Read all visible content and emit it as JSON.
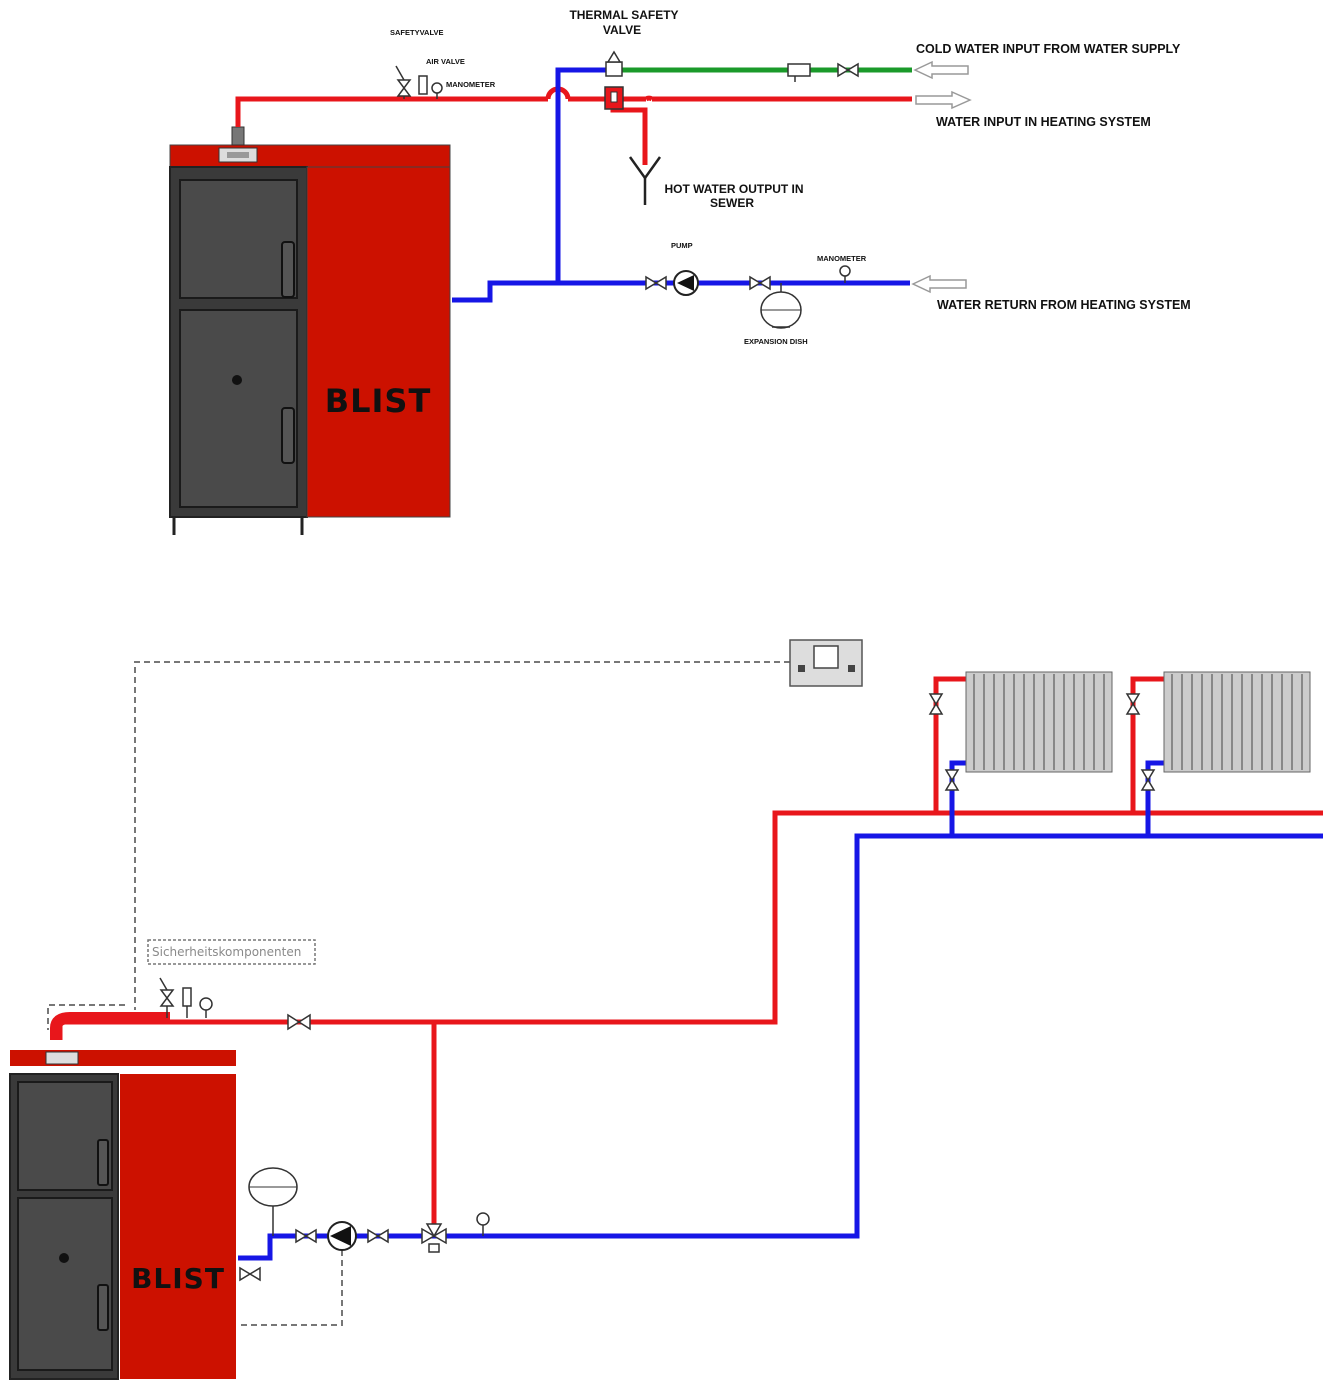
{
  "labels": {
    "thermal_safety_valve_1": "THERMAL SAFETY",
    "thermal_safety_valve_2": "VALVE",
    "safety_valve": "SAFETYVALVE",
    "air_valve": "AIR VALVE",
    "manometer_top": "MANOMETER",
    "cold_water": "COLD WATER INPUT FROM WATER SUPPLY",
    "water_input": "WATER INPUT IN HEATING SYSTEM",
    "hot_water_1": "HOT WATER OUTPUT IN",
    "hot_water_2": "SEWER",
    "pump": "PUMP",
    "manometer_return": "MANOMETER",
    "water_return": "WATER RETURN FROM HEATING SYSTEM",
    "expansion_dish": "EXPANSION DISH",
    "safety_components": "Sicherheitskomponenten"
  },
  "brand": "BLIST",
  "colors": {
    "supply": "#e8161b",
    "return": "#1616e6",
    "cold": "#1a9a2a",
    "boiler_red": "#cc1100",
    "boiler_dark": "#3a3a3a"
  }
}
